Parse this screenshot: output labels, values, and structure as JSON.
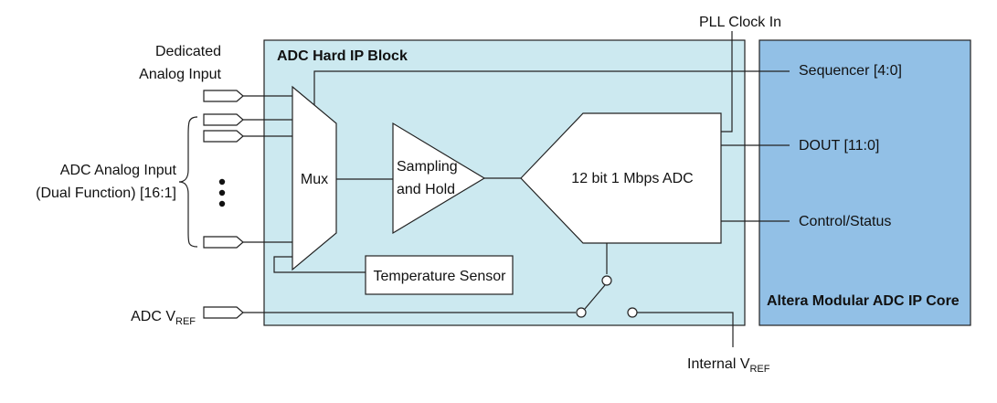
{
  "hard_ip_block": {
    "title": "ADC Hard IP Block"
  },
  "ip_core": {
    "title": "Altera Modular ADC IP Core"
  },
  "inputs": {
    "dedicated_line1": "Dedicated",
    "dedicated_line2": "Analog Input",
    "adc_analog_line1": "ADC Analog Input",
    "adc_analog_line2": "(Dual Function) [16:1]",
    "vref_main": "ADC V",
    "vref_sub": "REF"
  },
  "mux": {
    "label": "Mux"
  },
  "sample_hold": {
    "line1": "Sampling",
    "line2": "and Hold"
  },
  "adc": {
    "label": "12 bit 1 Mbps ADC"
  },
  "temperature_sensor": {
    "label": "Temperature Sensor"
  },
  "signals": {
    "pll_clock_in": "PLL Clock In",
    "sequencer": "Sequencer [4:0]",
    "dout": "DOUT [11:0]",
    "control_status": "Control/Status"
  },
  "internal_vref": {
    "main": "Internal V",
    "sub": "REF"
  },
  "colors": {
    "hard_ip_fill": "#cce9f0",
    "ip_core_fill": "#92c0e6",
    "line": "#1a1a1a"
  }
}
